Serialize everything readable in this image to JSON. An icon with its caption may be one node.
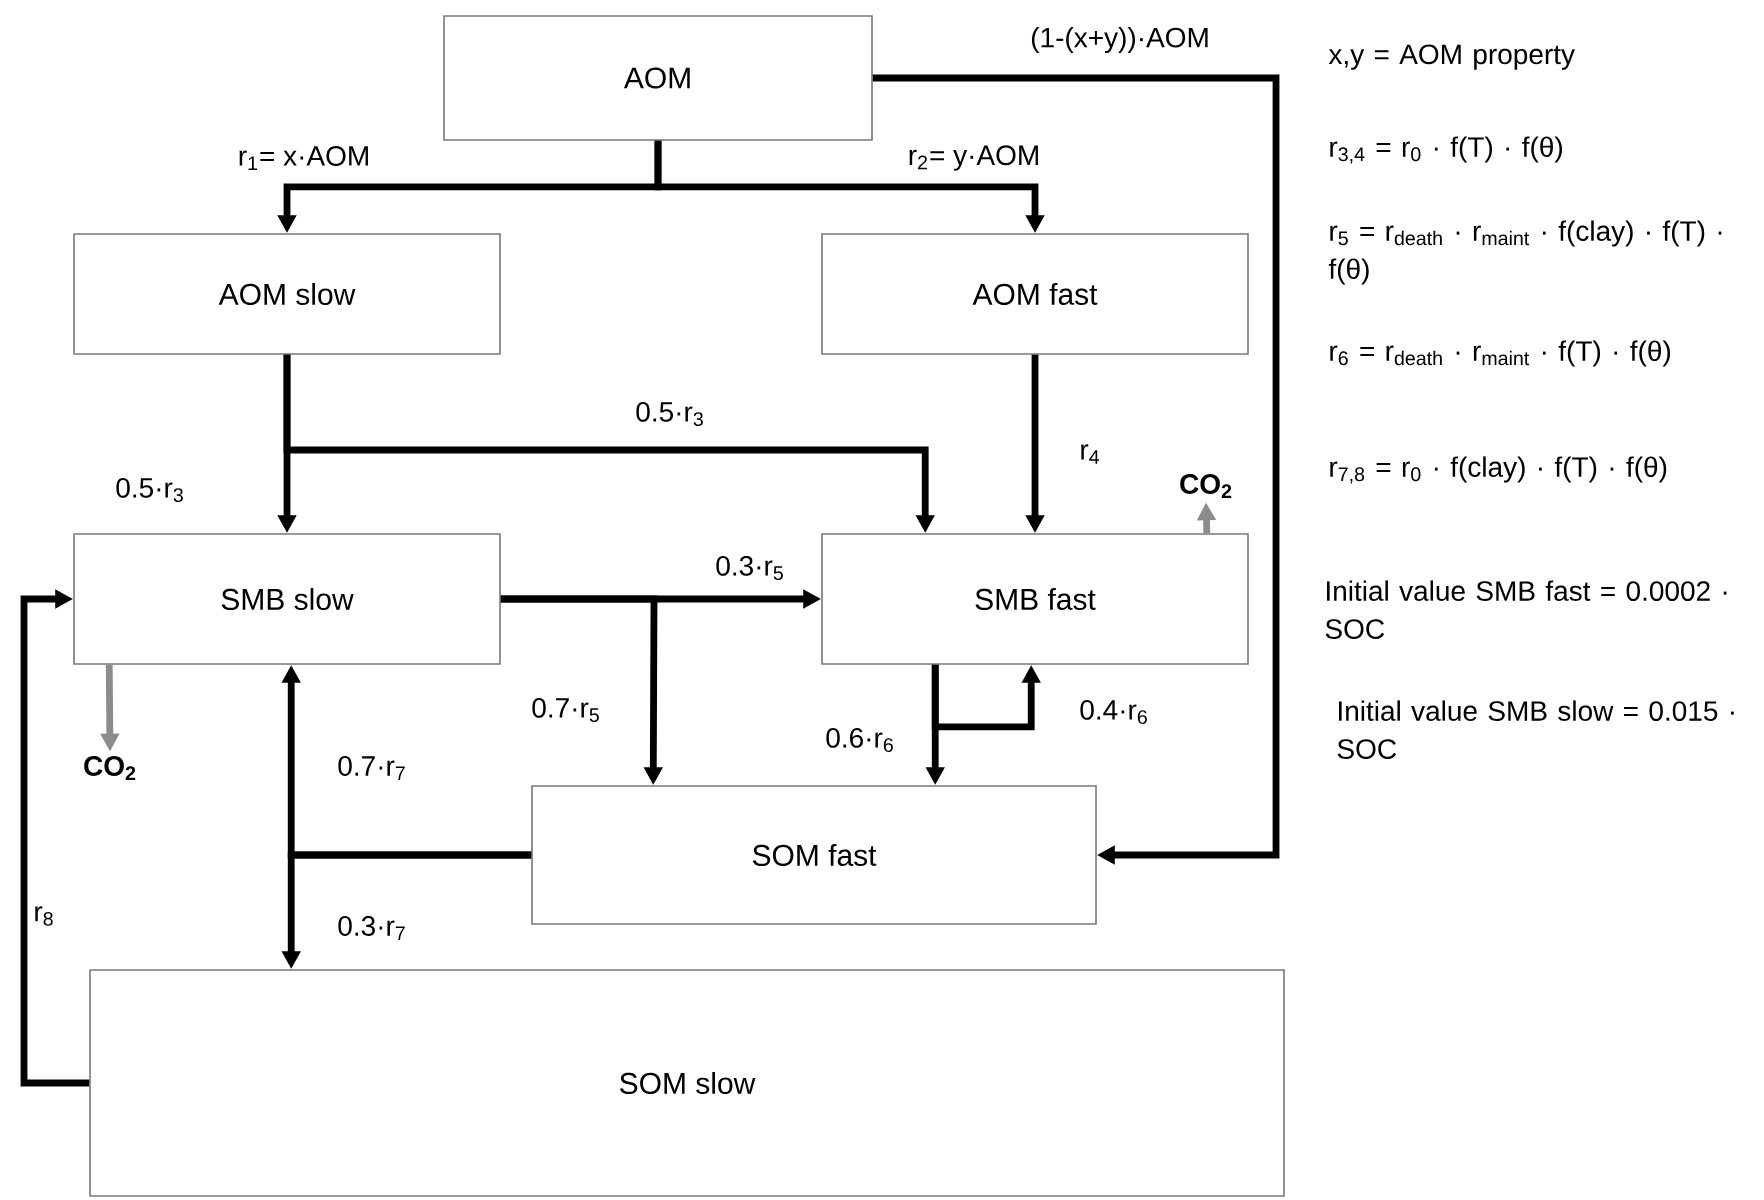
{
  "diagram": {
    "nodes": [
      {
        "text": [
          "AOM"
        ]
      },
      {
        "text": [
          "AOM slow"
        ]
      },
      {
        "text": [
          "AOM fast"
        ]
      },
      {
        "text": [
          "CO$_{2}$"
        ]
      },
      {
        "text": [
          "SMB slow"
        ]
      },
      {
        "text": [
          "SMB fast"
        ]
      },
      {
        "text": [
          "CO$_{2}$"
        ]
      },
      {
        "text": [
          "SOM fast"
        ]
      },
      {
        "text": [
          "SOM slow"
        ]
      }
    ],
    "edges": [
      {
        "from": 0,
        "to": 1,
        "arrow": "to",
        "label": "r$_{1}$= x·AOM"
      },
      {
        "from": 0,
        "to": 2,
        "arrow": "to",
        "label": "r$_{2}$= y·AOM"
      },
      {
        "from": 0,
        "to": 7,
        "arrow": "to",
        "label": "(1-(x+y))·AOM"
      },
      {
        "from": 1,
        "to": 4,
        "arrow": "to",
        "label": "0.5·r$_{3}$"
      },
      {
        "from": 1,
        "to": 5,
        "arrow": "to",
        "label": "0.5·r$_{3}$"
      },
      {
        "from": 2,
        "to": 5,
        "arrow": "to",
        "label": "r$_{4}$"
      },
      {
        "from": 5,
        "to": 3,
        "arrow": "to",
        "color": "#8c8c8c"
      },
      {
        "from": 4,
        "to": 5,
        "arrow": "to",
        "label": "0.3·r$_{5}$"
      },
      {
        "from": 4,
        "to": 7,
        "arrow": "to",
        "label": "0.7·r$_{5}$"
      },
      {
        "from": 4,
        "to": 6,
        "arrow": "to",
        "color": "#8c8c8c"
      },
      {
        "from": 5,
        "to": 7,
        "arrow": "to",
        "label": "0.6·r$_{6}$"
      },
      {
        "from": 5,
        "to": 5,
        "arrow": "to",
        "label": "0.4·r$_{6}$"
      },
      {
        "from": 7,
        "to": 4,
        "arrow": "to",
        "label": "0.7·r$_{7}$"
      },
      {
        "from": 7,
        "to": 8,
        "arrow": "to",
        "label": "0.3·r$_{7}$"
      },
      {
        "from": 8,
        "to": 4,
        "arrow": "to",
        "label": "r$_{8}$"
      }
    ],
    "labels": [
      "x,y = AOM property",
      "r$_{3,4}$ = r$_{0}$ · f(T) · f(θ)",
      "r$_{5}$ = r$_{death}$ · r$_{maint}$ · f(clay) · f(T) · f(θ)",
      "r$_{6}$ = r$_{death}$ · r$_{maint}$ · f(T) · f(θ)",
      "r$_{7,8}$ = r$_{0}$ · f(clay) · f(T) · f(θ)",
      "Initial value SMB fast = 0.0002 · SOC",
      "Initial value SMB slow = 0.015 · SOC"
    ]
  }
}
